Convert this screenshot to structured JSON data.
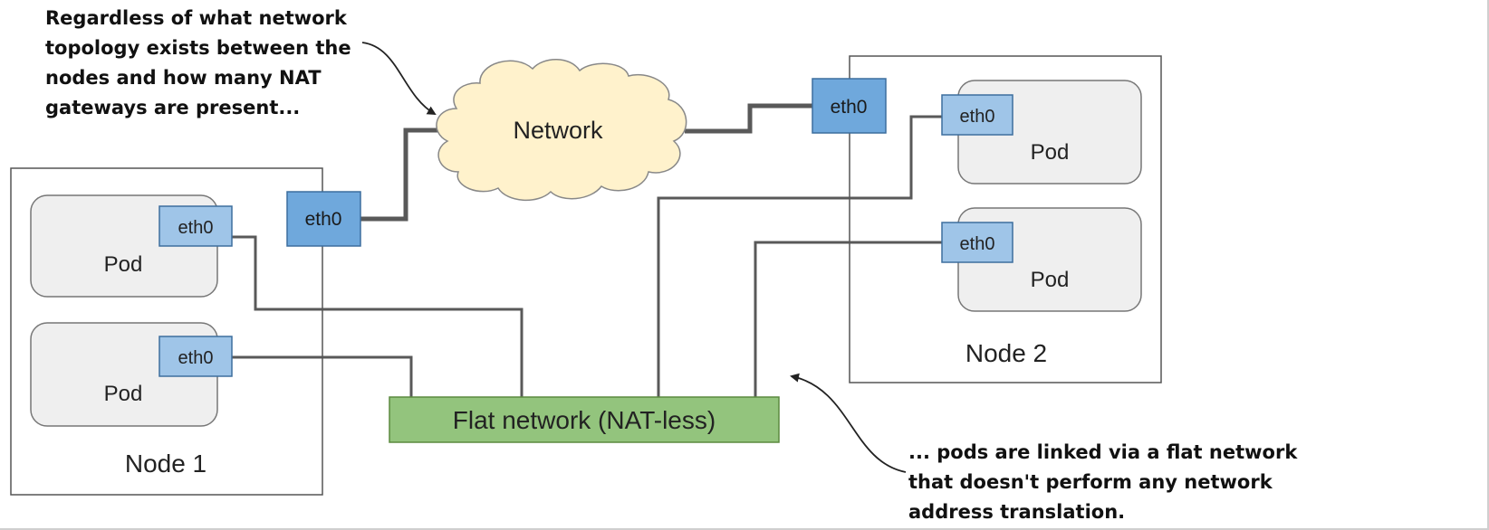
{
  "annotations": {
    "top": [
      "Regardless of what network",
      "topology exists between the",
      "nodes and how many NAT",
      "gateways are present..."
    ],
    "bottom": [
      "... pods are linked via a flat network",
      "that doesn't perform any network",
      "address translation."
    ]
  },
  "network": {
    "label": "Network"
  },
  "node1": {
    "label": "Node 1",
    "eth_label": "eth0",
    "pods": [
      {
        "label": "Pod",
        "eth_label": "eth0"
      },
      {
        "label": "Pod",
        "eth_label": "eth0"
      }
    ]
  },
  "node2": {
    "label": "Node 2",
    "eth_label": "eth0",
    "pods": [
      {
        "label": "Pod",
        "eth_label": "eth0"
      },
      {
        "label": "Pod",
        "eth_label": "eth0"
      }
    ]
  },
  "flat_network": {
    "label": "Flat network (NAT-less)"
  },
  "colors": {
    "node_border": "#555555",
    "pod_fill": "#efefef",
    "pod_border": "#777777",
    "eth_light_fill": "#9fc5e8",
    "eth_dark_fill": "#6fa8dc",
    "eth_border": "#3d6e9e",
    "cloud_fill": "#fff2cc",
    "cloud_border": "#888888",
    "flat_fill": "#93c47d",
    "flat_border": "#5b8a3f",
    "line": "#595959"
  }
}
